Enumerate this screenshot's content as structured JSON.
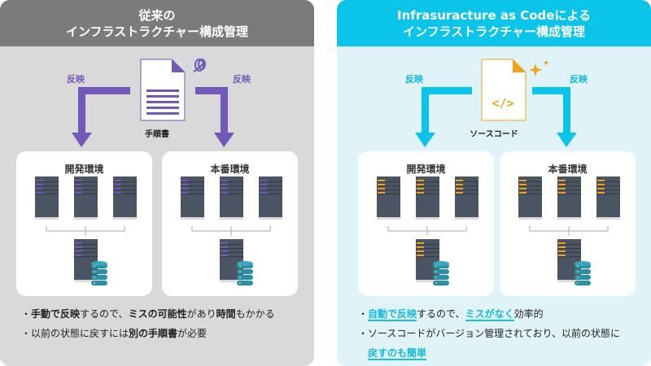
{
  "left": {
    "title_line1": "従来の",
    "title_line2": "インフラストラクチャー構成管理",
    "reflect_label": "反映",
    "doc_label": "手順書",
    "doc_icon": "document-lines-icon",
    "decor_icon": "scribble-icon",
    "accent": "#7259b8",
    "envs": [
      {
        "title": "開発環境"
      },
      {
        "title": "本番環境"
      }
    ],
    "bullets": [
      [
        {
          "t": "・"
        },
        {
          "t": "手動で反映",
          "b": true
        },
        {
          "t": "するので、"
        },
        {
          "t": "ミスの可能性",
          "b": true
        },
        {
          "t": "があり"
        },
        {
          "t": "時間",
          "b": true
        },
        {
          "t": "もかかる"
        }
      ],
      [
        {
          "t": "・以前の状態に戻すには"
        },
        {
          "t": "別の手順書",
          "b": true
        },
        {
          "t": "が必要"
        }
      ]
    ]
  },
  "right": {
    "title_line1": "Infrasuracture as Codeによる",
    "title_line2": "インフラストラクチャー構成管理",
    "reflect_label": "反映",
    "doc_label": "ソースコード",
    "doc_icon": "code-file-icon",
    "decor_icon": "sparkle-icon",
    "code_glyph": "</>",
    "accent": "#0bc4e9",
    "server_accent": "#f2a31b",
    "envs": [
      {
        "title": "開発環境"
      },
      {
        "title": "本番環境"
      }
    ],
    "bullets": [
      [
        {
          "t": "・"
        },
        {
          "t": "自動で反映",
          "h": true
        },
        {
          "t": "するので、"
        },
        {
          "t": "ミスがなく",
          "h": true
        },
        {
          "t": "効率的"
        }
      ],
      [
        {
          "t": "・ソースコードがバージョン管理されており、以前の状態に"
        }
      ],
      [
        {
          "t": "　"
        },
        {
          "t": "戻すのも簡単",
          "h": true
        }
      ]
    ]
  }
}
